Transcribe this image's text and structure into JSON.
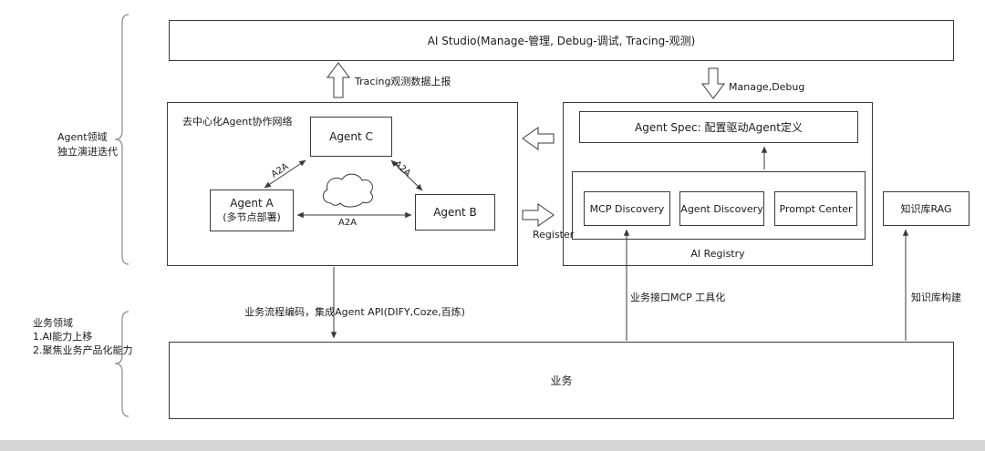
{
  "colors": {
    "background": "#ffffff",
    "line": "#3a3a3a",
    "brace": "#8a8a8a",
    "footer_bar": "#d6d6d6"
  },
  "ai_studio": {
    "title": "AI Studio(Manage-管理, Debug-调试, Tracing-观测)"
  },
  "agent_network": {
    "title": "去中心化Agent协作网络",
    "agent_c": {
      "label": "Agent C"
    },
    "agent_a": {
      "label": "Agent A",
      "sublabel": "(多节点部署)"
    },
    "agent_b": {
      "label": "Agent B"
    },
    "a2a": "A2A",
    "cloud_icon": "cloud"
  },
  "registry": {
    "agent_spec": {
      "label": "Agent Spec: 配置驱动Agent定义"
    },
    "services": [
      {
        "label": "MCP Discovery"
      },
      {
        "label": "Agent Discovery"
      },
      {
        "label": "Prompt Center"
      }
    ],
    "title": "AI Registry"
  },
  "knowledge_rag": {
    "label": "知识库RAG"
  },
  "business": {
    "label": "业务"
  },
  "flows": {
    "tracing": "Tracing观测数据上报",
    "manage_debug": "Manage,Debug",
    "register": "Register",
    "business_flow": "业务流程编码，集成Agent API(DIFY,Coze,百炼)",
    "mcp_tooling": "业务接口MCP 工具化",
    "knowledge_build": "知识库构建"
  },
  "domains": {
    "agent": {
      "line1": "Agent领域",
      "line2": "独立演进迭代"
    },
    "business": {
      "line1": "业务领域",
      "line2": "1.AI能力上移",
      "line3": "2.聚焦业务产品化能力"
    }
  }
}
